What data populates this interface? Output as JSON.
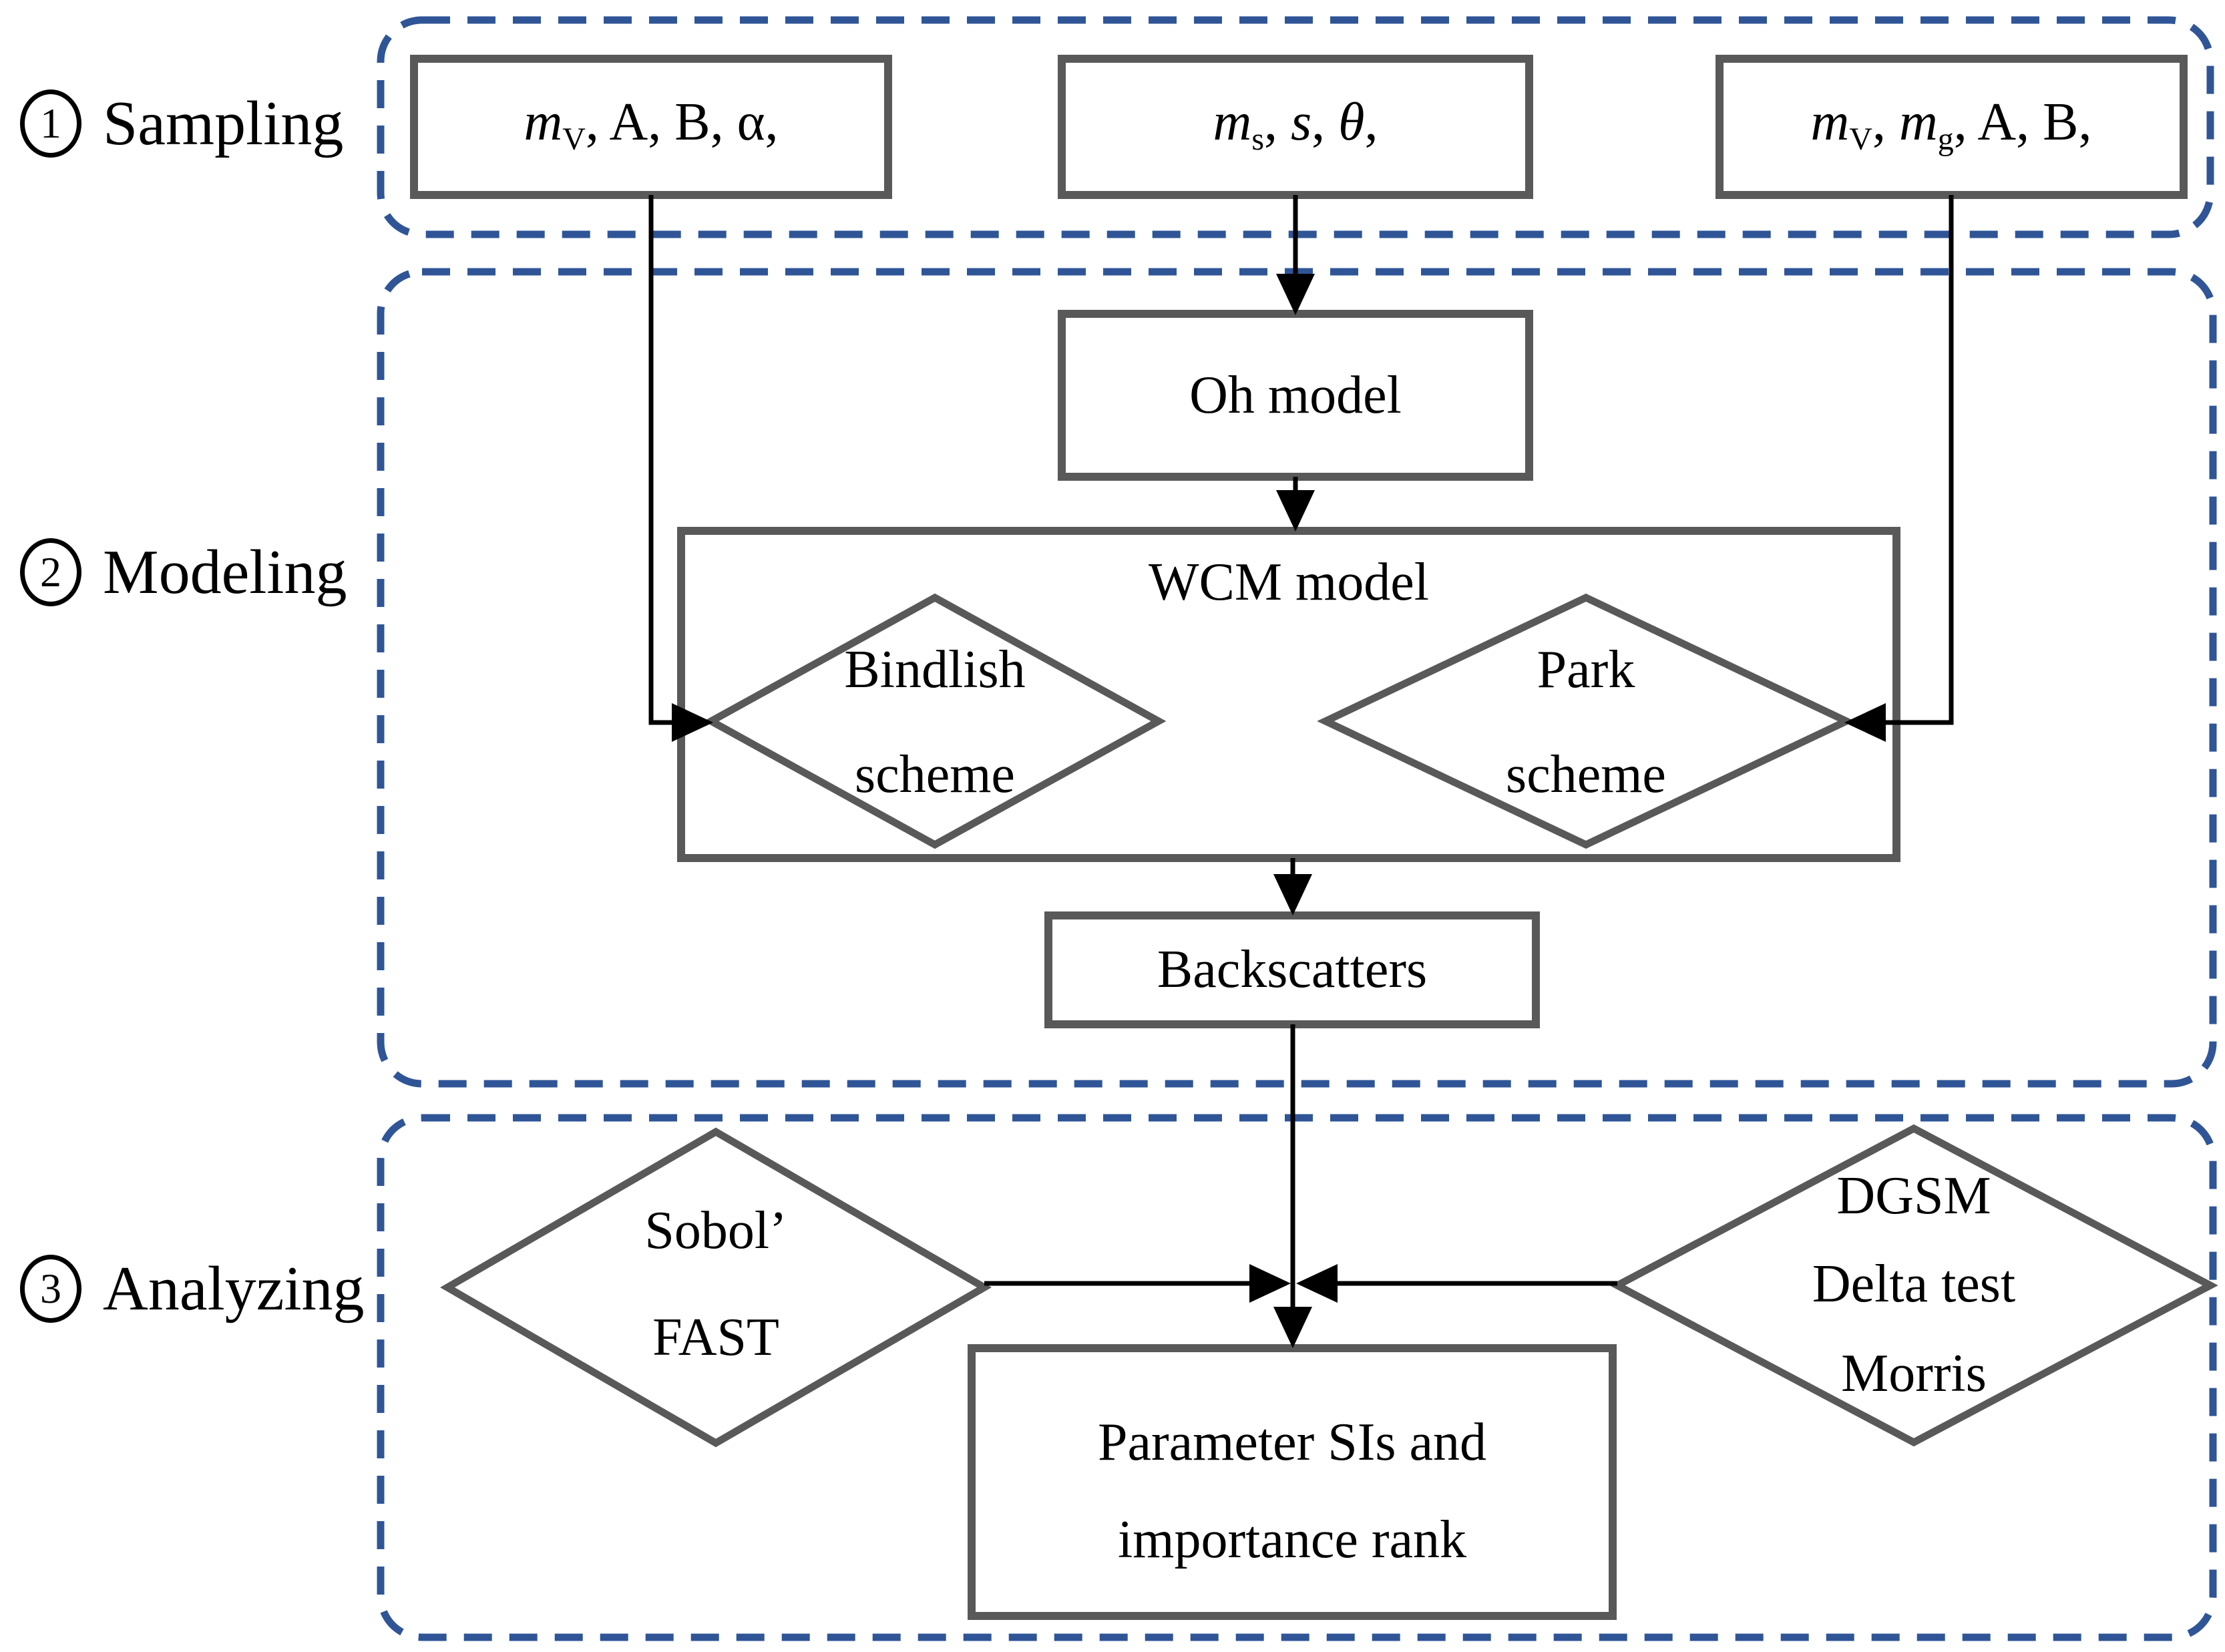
{
  "colors": {
    "container-border": "#2f5597",
    "shape-border": "#595959",
    "connector": "#000000",
    "background": "#ffffff",
    "text": "#000000"
  },
  "stages": [
    {
      "number": "1",
      "label": "Sampling"
    },
    {
      "number": "2",
      "label": "Modeling"
    },
    {
      "number": "3",
      "label": "Analyzing"
    }
  ],
  "sampling": {
    "box1_segments": [
      [
        "i",
        "m"
      ],
      [
        "sub",
        "V"
      ],
      [
        "n",
        ", A, B, α,"
      ]
    ],
    "box2_segments": [
      [
        "i",
        "m"
      ],
      [
        "sub",
        "s"
      ],
      [
        "n",
        ", "
      ],
      [
        "i",
        "s"
      ],
      [
        "n",
        ", "
      ],
      [
        "i",
        "θ"
      ],
      [
        "n",
        ","
      ]
    ],
    "box3_segments": [
      [
        "i",
        "m"
      ],
      [
        "sub",
        "V"
      ],
      [
        "n",
        ", "
      ],
      [
        "i",
        "m"
      ],
      [
        "sub",
        "g"
      ],
      [
        "n",
        ", A, B,"
      ]
    ]
  },
  "modeling": {
    "oh_model": "Oh model",
    "wcm_model": "WCM model",
    "bindlish": [
      "Bindlish",
      "scheme"
    ],
    "park": [
      "Park",
      "scheme"
    ],
    "backscatters": "Backscatters"
  },
  "analyzing": {
    "sobol": [
      "Sobol’",
      "FAST"
    ],
    "dgsm": [
      "DGSM",
      "Delta test",
      "Morris"
    ],
    "result": [
      "Parameter SIs and",
      "importance rank"
    ]
  }
}
